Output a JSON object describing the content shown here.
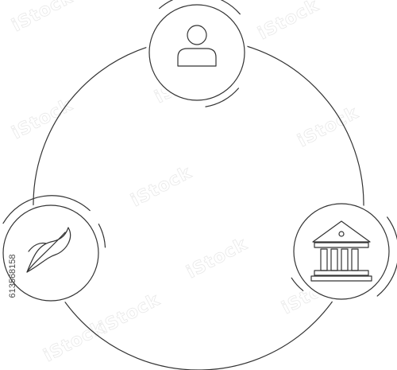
{
  "watermark": {
    "text": "iStock"
  },
  "side_id": "613568158",
  "nodes": [
    {
      "id": "person",
      "icon": "person-icon"
    },
    {
      "id": "bank",
      "icon": "bank-icon"
    },
    {
      "id": "leaf",
      "icon": "leaf-icon"
    }
  ],
  "colors": {
    "line": "#333333",
    "background": "#ffffff",
    "watermark": "#e6e6e6"
  }
}
